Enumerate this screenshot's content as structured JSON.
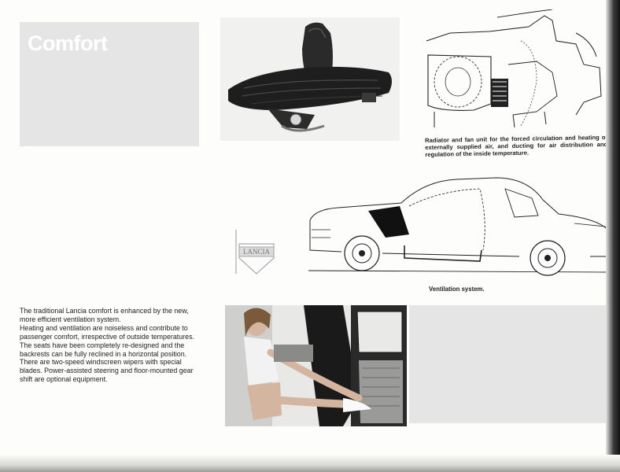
{
  "header": {
    "title": "Comfort"
  },
  "captions": {
    "radiator": "Radiator and fan unit for the forced circulation and heating of externally supplied air, and ducting for air distribution and regulation of the inside temperature.",
    "ventilation": "Ventilation system."
  },
  "logo": {
    "text": "LANCIA"
  },
  "body": {
    "paragraphs": [
      "The traditional Lancia comfort is enhanced by the new, more efficient ventilation system.",
      "Heating and ventilation are noiseless and contribute to passenger comfort, irrespective of outside temperatures.",
      "The seats have been completely re-designed and the backrests can be fully reclined in a horizontal position.",
      "There are two-speed windscreen wipers with special blades. Power-assisted steering and floor-mounted gear shift are optional equipment."
    ]
  },
  "colors": {
    "panel_gray": "#e5e5e5",
    "ink": "#1a1a1a"
  }
}
